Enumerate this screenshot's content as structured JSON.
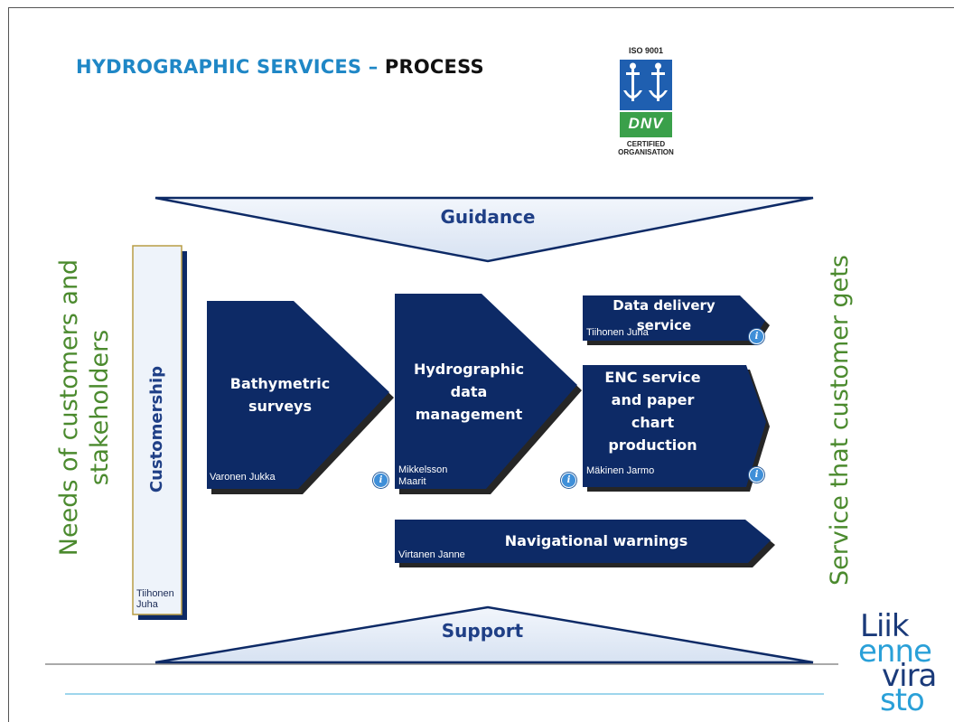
{
  "header": {
    "title_part1": "HYDROGRAPHIC SERVICES –",
    "title_part2": "PROCESS"
  },
  "certificate": {
    "standard": "ISO 9001",
    "brand": "DNV",
    "line1": "CERTIFIED",
    "line2": "ORGANISATION"
  },
  "guidance_label": "Guidance",
  "support_label": "Support",
  "left_side_line1": "Needs of customers and",
  "left_side_line2": "stakeholders",
  "right_side_label": "Service that customer gets",
  "customership": {
    "label": "Customership",
    "owner_line1": "Tiihonen",
    "owner_line2": "Juha"
  },
  "processes": {
    "bathymetric": {
      "line1": "Bathymetric",
      "line2": "surveys",
      "owner": "Varonen Jukka"
    },
    "hydrographic": {
      "line1": "Hydrographic",
      "line2": "data",
      "line3": "management",
      "owner_line1": "Mikkelsson",
      "owner_line2": "Maarit"
    },
    "delivery": {
      "line1": "Data delivery",
      "line2": "service",
      "owner": "Tiihonen Juha"
    },
    "enc": {
      "line1": "ENC service",
      "line2": "and paper",
      "line3": "chart",
      "line4": "production",
      "owner": "Mäkinen Jarmo"
    },
    "warnings": {
      "label": "Navigational  warnings",
      "owner": "Virtanen Janne"
    }
  },
  "info_icon_glyph": "i",
  "logo": {
    "line1": "Liik",
    "line2": "enne",
    "line3": "vira",
    "line4": "sto"
  },
  "colors": {
    "navy": "#0d2a66",
    "arrow_fill": "#e8eef8",
    "title_blue": "#1f87c6",
    "side_green": "#4b8a2e",
    "logo_blue": "#2aa0d8",
    "logo_navy": "#1a3a7a"
  }
}
